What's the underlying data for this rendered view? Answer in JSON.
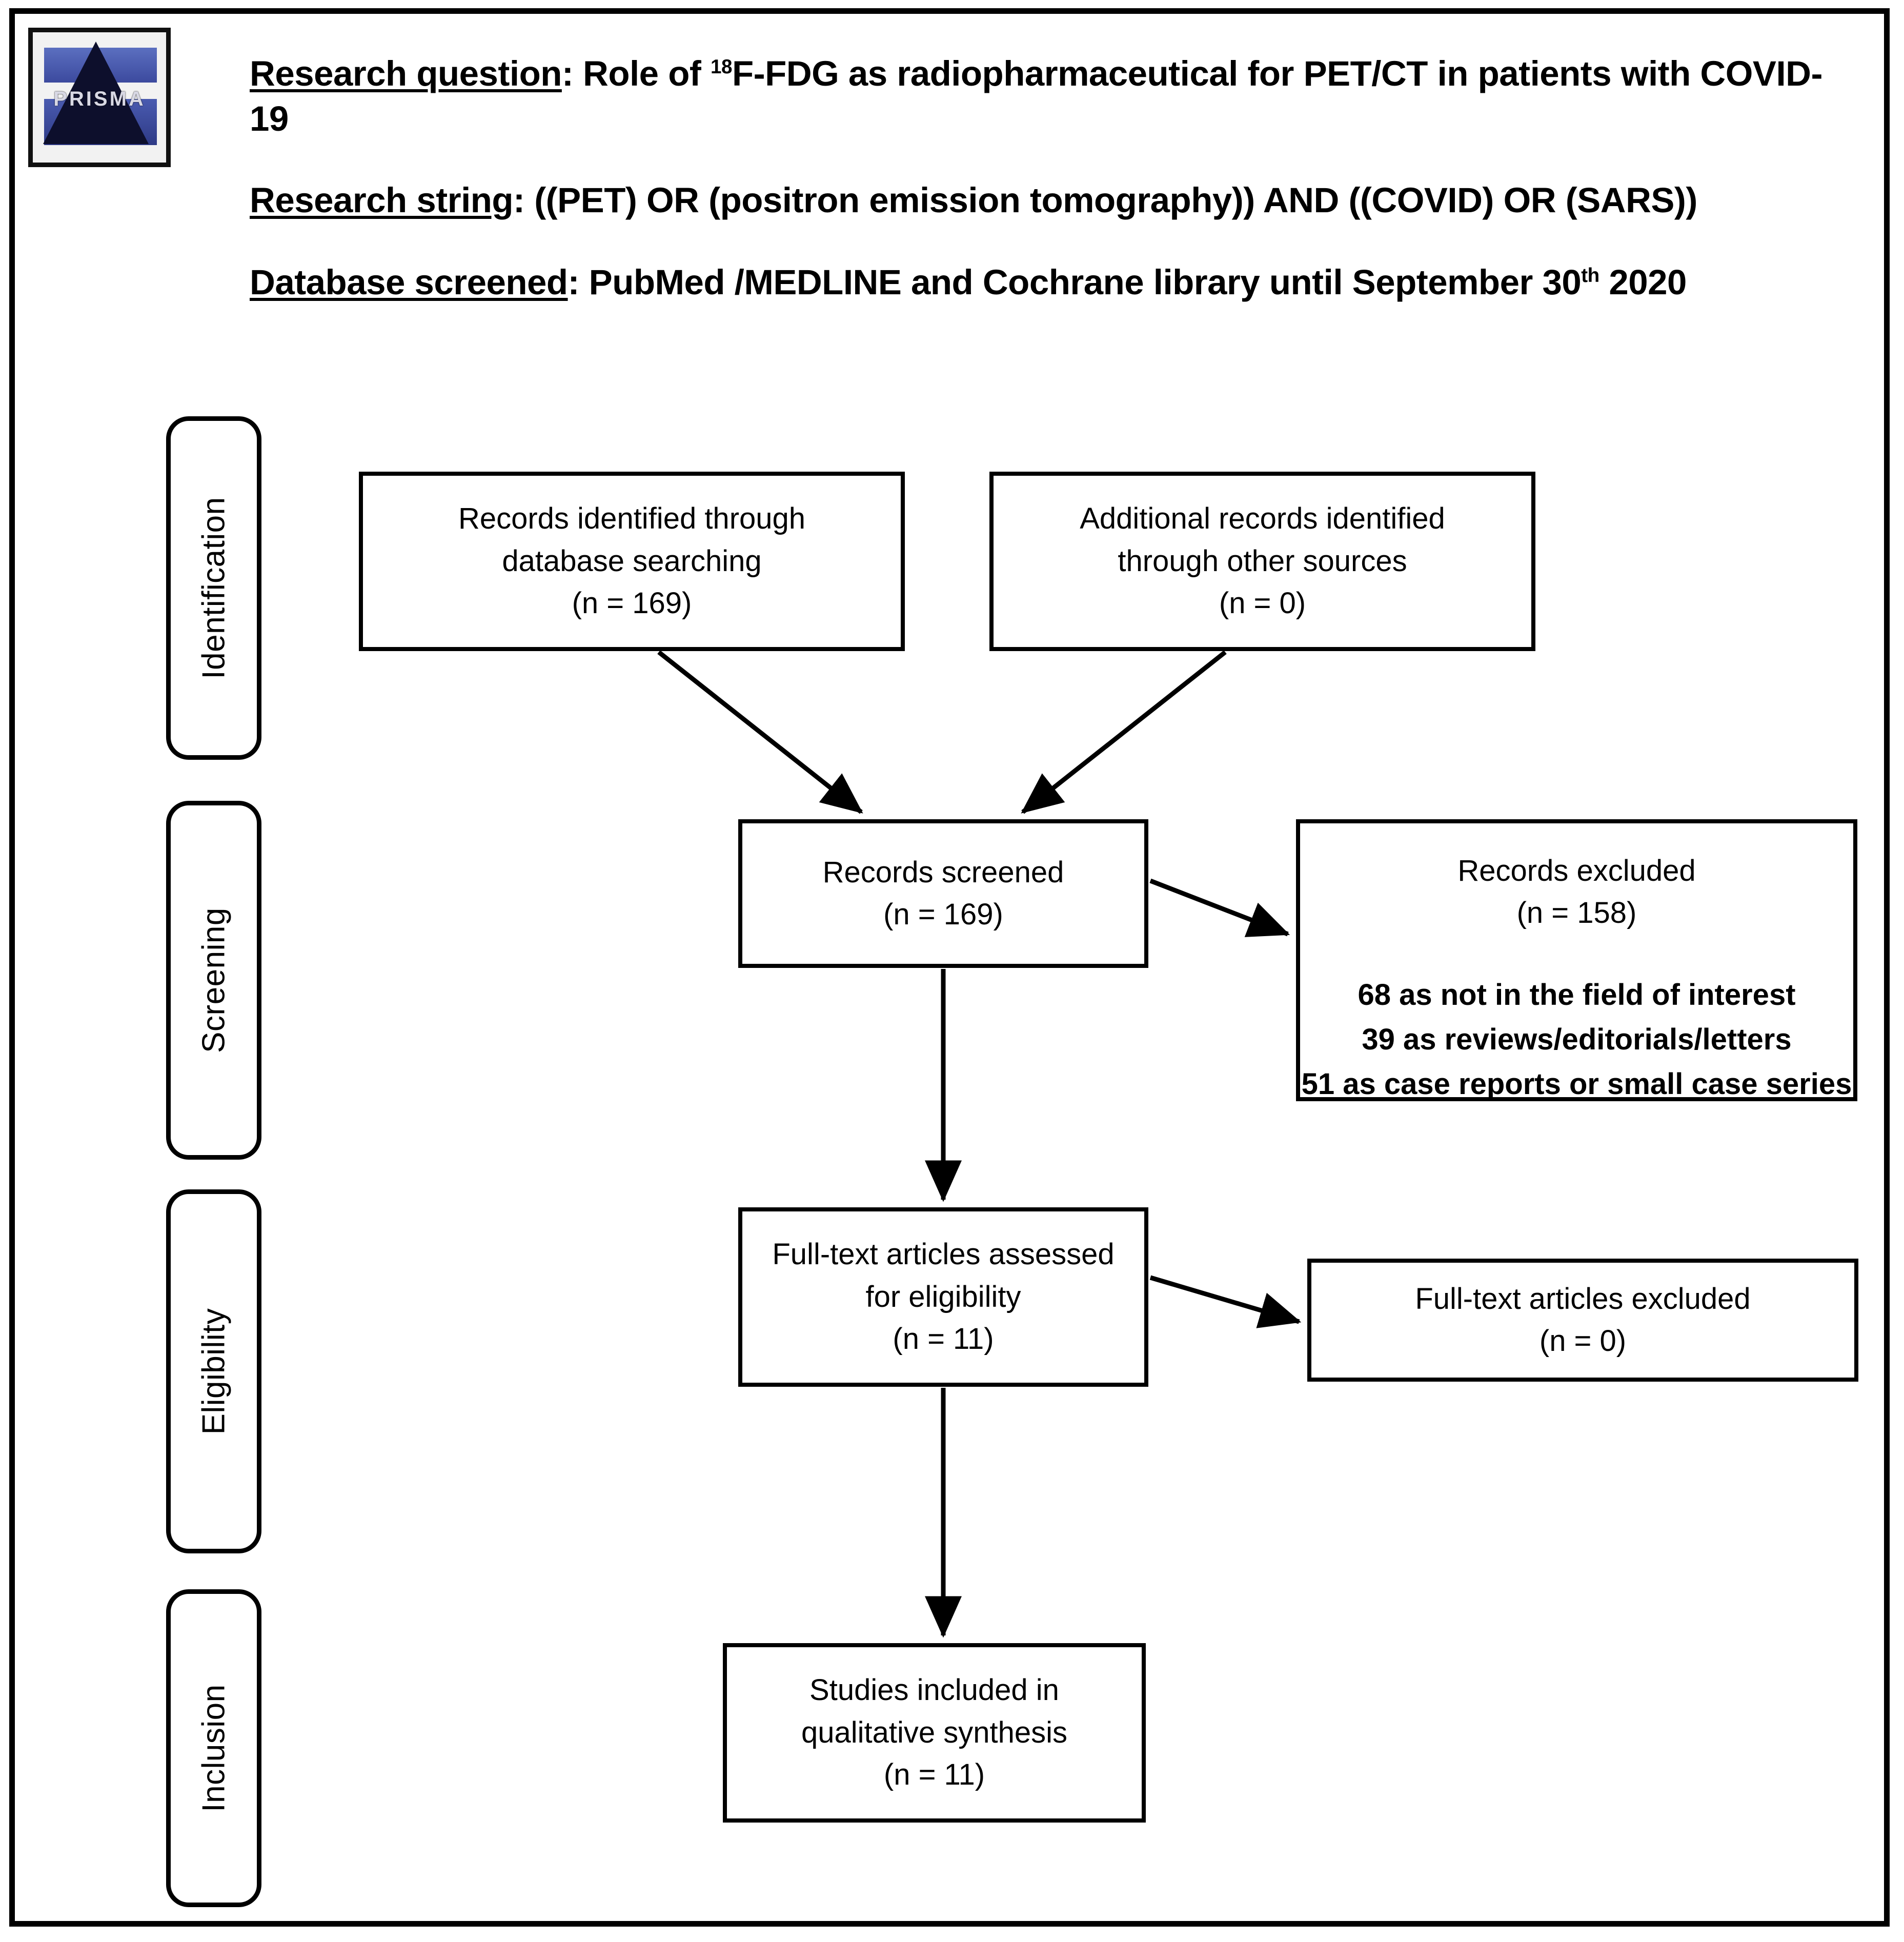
{
  "logo": {
    "name": "PRISMA",
    "wordmark": "PRISMA"
  },
  "header": {
    "research_question_label": "Research question",
    "research_question_text": ": Role of ",
    "research_question_sup": "18",
    "research_question_text2": "F-FDG as radiopharmaceutical for PET/CT in patients with COVID-19",
    "research_string_label": "Research string",
    "research_string_text": ": ((PET) OR (positron emission tomography)) AND ((COVID) OR (SARS))",
    "database_label": "Database screened",
    "database_text": ": PubMed /MEDLINE and Cochrane library until September 30",
    "database_sup": "th",
    "database_text2": " 2020"
  },
  "stages": [
    {
      "id": "identification",
      "label": "Identification"
    },
    {
      "id": "screening",
      "label": "Screening"
    },
    {
      "id": "eligibility",
      "label": "Eligibility"
    },
    {
      "id": "inclusion",
      "label": "Inclusion"
    }
  ],
  "boxes": {
    "identified_db": {
      "line1": "Records identified through",
      "line2": "database searching",
      "line3": "(n =  169)",
      "n": 169
    },
    "identified_other": {
      "line1": "Additional records identified",
      "line2": "through other sources",
      "line3": "(n =  0)",
      "n": 0
    },
    "screened": {
      "line1": "Records screened",
      "line2": "(n = 169)",
      "n": 169
    },
    "excluded": {
      "line1": "Records excluded",
      "line2": "(n =  158)",
      "n": 158,
      "reasons": [
        "68 as not in the field of interest",
        "39 as reviews/editorials/letters",
        "51 as case reports or small case series"
      ],
      "reason_counts": [
        68,
        39,
        51
      ]
    },
    "fulltext_assessed": {
      "line1": "Full-text articles assessed",
      "line2": "for eligibility",
      "line3": "(n = 11)",
      "n": 11
    },
    "fulltext_excluded": {
      "line1": "Full-text articles excluded",
      "line2": "(n = 0)",
      "n": 0
    },
    "included": {
      "line1": "Studies included in",
      "line2": "qualitative synthesis",
      "line3": "(n = 11)",
      "n": 11
    }
  },
  "colors": {
    "line": "#000000",
    "background": "#ffffff",
    "logo_blue": "#3c4a9e"
  }
}
